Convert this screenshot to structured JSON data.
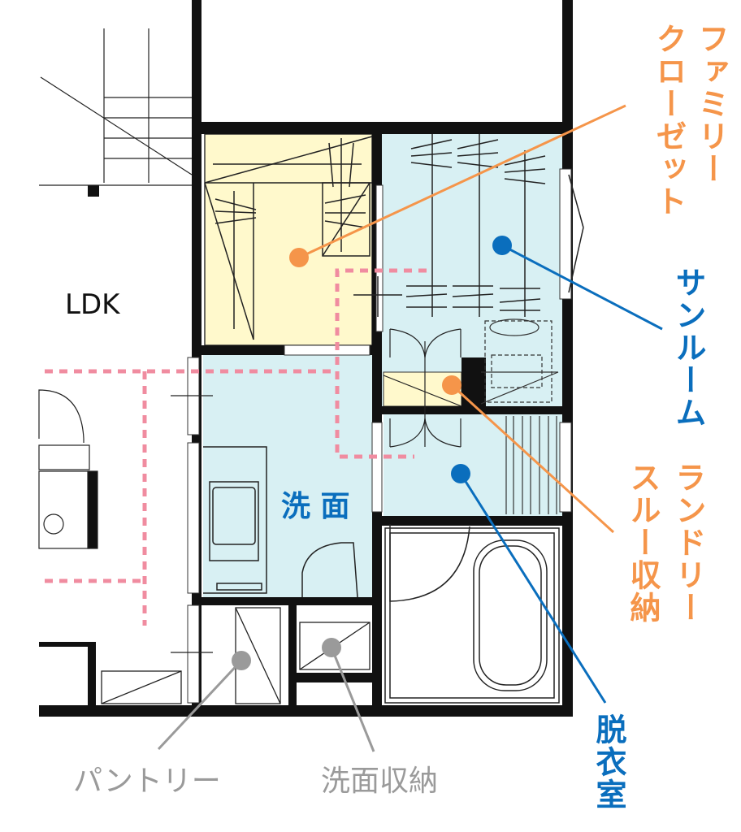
{
  "colors": {
    "closet_fill": "#fff9cc",
    "room_fill": "#d8f0f3",
    "orange": "#f5954a",
    "blue": "#0a6ebd",
    "gray": "#9a9a9a",
    "dash": "#f08ca0",
    "wall": "#111111"
  },
  "labels": {
    "ldk": "LDK",
    "senmen": "洗 面",
    "family_closet_1": "ファミリー",
    "family_closet_2": "クローゼット",
    "sunroom": "サンルーム",
    "laundry_1": "ランドリー",
    "laundry_2": "スルー収納",
    "dressing": "脱衣室",
    "pantry": "パントリー",
    "senmen_storage": "洗面収納"
  }
}
